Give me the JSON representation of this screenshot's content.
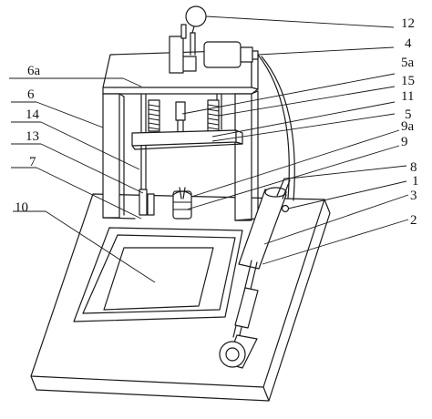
{
  "labels": {
    "l12": "12",
    "l4": "4",
    "l6a": "6a",
    "l5a": "5a",
    "l15": "15",
    "l6": "6",
    "l11": "11",
    "l5": "5",
    "l14": "14",
    "l9a": "9a",
    "l13": "13",
    "l9": "9",
    "l7": "7",
    "l8": "8",
    "l1": "1",
    "l3": "3",
    "l10": "10",
    "l2": "2"
  },
  "colors": {
    "stroke": "#1a1a1a",
    "background": "#ffffff"
  }
}
